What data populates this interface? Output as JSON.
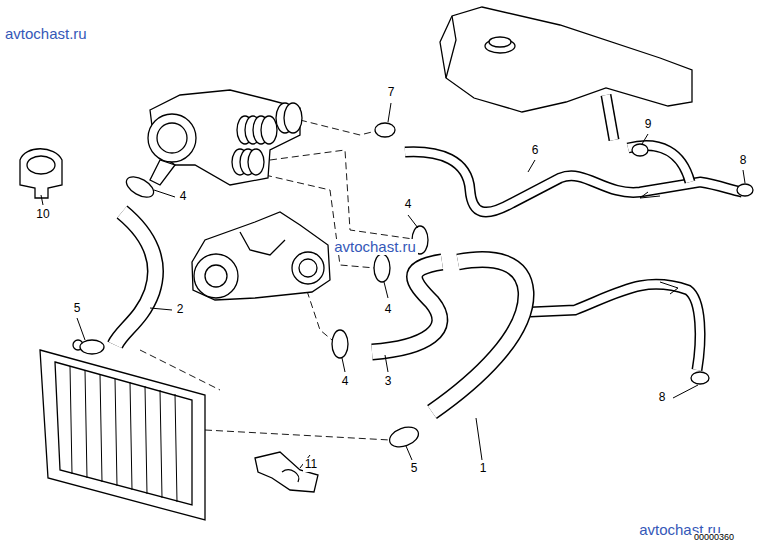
{
  "diagram": {
    "labels": [
      "avtochast.ru",
      "7",
      "9",
      "6",
      "8",
      "10",
      "4",
      "4",
      "avtochast.ru",
      "4",
      "5",
      "2",
      "4",
      "3",
      "8",
      "5",
      "11",
      "1",
      "avtochast.ru",
      "00000360"
    ]
  }
}
